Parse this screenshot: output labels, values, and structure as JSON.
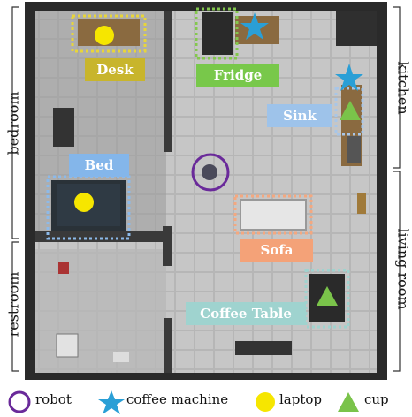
{
  "rooms": {
    "bedroom": "bedroom",
    "restroom": "restroom",
    "kitchen": "kitchen",
    "living_room": "living room"
  },
  "labels": {
    "desk": "Desk",
    "fridge": "Fridge",
    "sink": "Sink",
    "bed": "Bed",
    "sofa": "Sofa",
    "coffee_table": "Coffee Table"
  },
  "legend": {
    "robot": "robot",
    "coffee_machine": "coffee machine",
    "laptop": "laptop",
    "cup": "cup"
  },
  "colors": {
    "desk": "#c8b52c",
    "fridge": "#78c84a",
    "sink": "#9ec3ea",
    "bed": "#84b6ea",
    "sofa": "#f4a278",
    "coffee_table": "#9fd3cf",
    "robot": "#6a2a9a",
    "coffee_machine": "#2a9fd6",
    "laptop": "#f6e600",
    "cup": "#7ac34a",
    "floor": "#c9c9c9",
    "wall": "#2b2b2b"
  },
  "icons": {
    "robot": "circle-outline-icon",
    "coffee_machine": "star-icon",
    "laptop": "circle-filled-icon",
    "cup": "triangle-icon"
  }
}
